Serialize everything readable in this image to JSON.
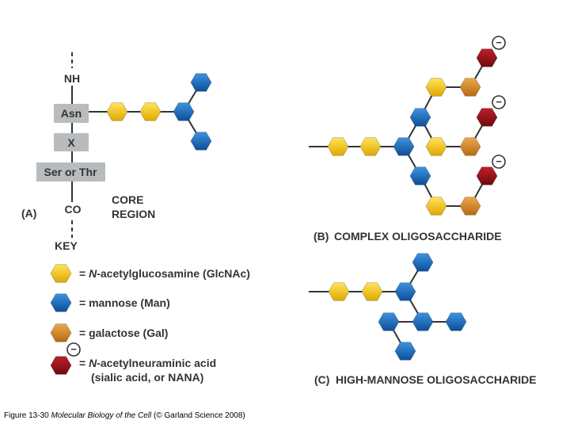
{
  "panel_a": {
    "panel_label": "(A)",
    "chain": {
      "nh": "NH",
      "asn": "Asn",
      "x": "X",
      "ser_thr": "Ser or Thr",
      "co": "CO"
    },
    "core_region": {
      "line1": "CORE",
      "line2": "REGION"
    }
  },
  "key": {
    "title": "KEY",
    "glcnac": {
      "prefix": "= ",
      "italic": "N",
      "rest": "-acetylglucosamine (GlcNAc)"
    },
    "man": "= mannose (Man)",
    "gal": "= galactose (Gal)",
    "nana": {
      "prefix": "= ",
      "italic": "N",
      "rest": "-acetylneuraminic acid",
      "line2": "(sialic acid, or NANA)",
      "charge": "−"
    }
  },
  "panel_b": {
    "label": "(B)",
    "title": "COMPLEX OLIGOSACCHARIDE",
    "charge": "−"
  },
  "panel_c": {
    "label": "(C)",
    "title": "HIGH-MANNOSE OLIGOSACCHARIDE"
  },
  "caption": {
    "prefix": "Figure 13-30",
    "italic": "Molecular Biology of the Cell",
    "suffix": "(© Garland Science 2008)"
  },
  "colors": {
    "glcnac": "#f5c400",
    "mannose": "#1a6fc4",
    "galactose": "#d4882a",
    "nana": "#9b1218",
    "chain_box": "#b8bcbe",
    "text": "#333333"
  }
}
